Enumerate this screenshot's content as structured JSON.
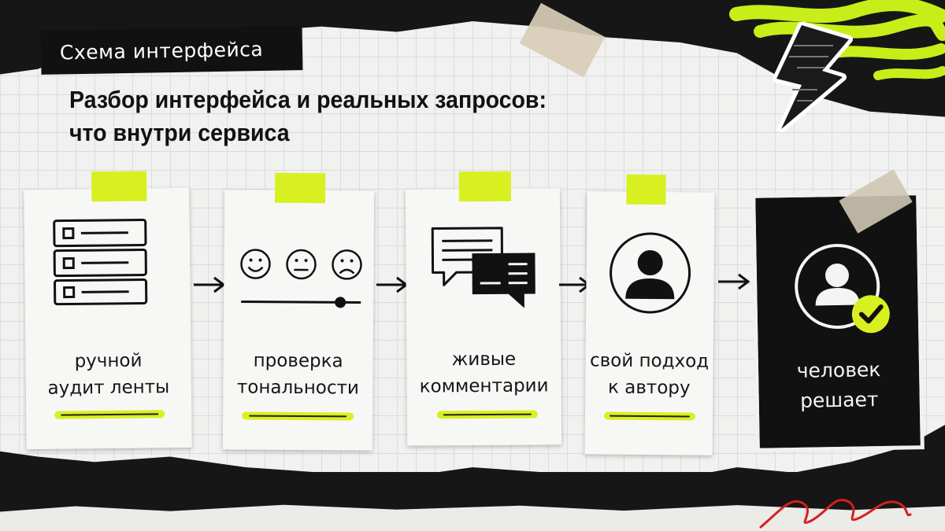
{
  "badge": "Схема интерфейса",
  "headline": {
    "line1": "Разбор интерфейса и реальных запросов:",
    "line2": "что внутри сервиса"
  },
  "steps": [
    {
      "line1": "ручной",
      "line2": "аудит ленты",
      "icon": "list-icon"
    },
    {
      "line1": "проверка",
      "line2": "тональности",
      "icon": "mood-slider-icon"
    },
    {
      "line1": "живые",
      "line2": "комментарии",
      "icon": "chat-bubbles-icon"
    },
    {
      "line1": "свой подход",
      "line2": "к автору",
      "icon": "user-icon"
    },
    {
      "line1": "человек",
      "line2": "решает",
      "icon": "user-check-icon"
    }
  ],
  "colors": {
    "accent": "#d8f020",
    "ink": "#111111",
    "paper": "#f1f1ef",
    "scribble": "#d42020"
  }
}
